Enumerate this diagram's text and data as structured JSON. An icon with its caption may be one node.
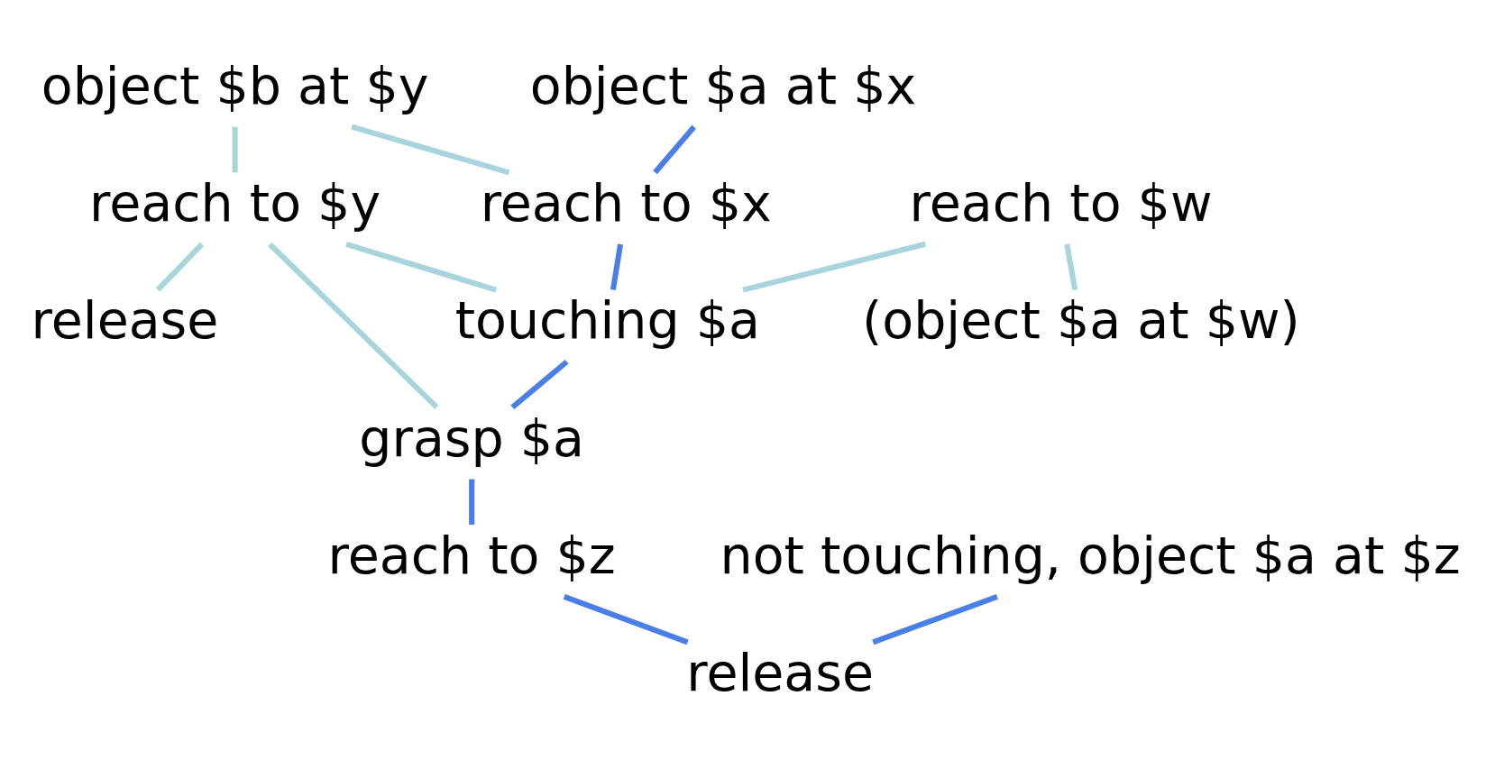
{
  "diagram": {
    "nodes": [
      {
        "text": [
          "object $a at $x"
        ]
      },
      {
        "text": [
          "object $b at $y"
        ]
      },
      {
        "text": [
          "reach to $x"
        ]
      },
      {
        "text": [
          "reach to $y"
        ]
      },
      {
        "text": [
          "reach to $w"
        ]
      },
      {
        "text": [
          "touching $a"
        ]
      },
      {
        "text": [
          "release"
        ]
      },
      {
        "text": [
          "(object $a at $w)"
        ]
      },
      {
        "text": [
          "grasp $a"
        ]
      },
      {
        "text": [
          "reach to $z"
        ]
      },
      {
        "text": [
          "not touching, object $a at $z"
        ]
      },
      {
        "text": [
          "release"
        ]
      }
    ],
    "edges": [
      {
        "from": 0,
        "to": 2,
        "arrow": "none",
        "color": "#4a7fe8"
      },
      {
        "from": 1,
        "to": 2,
        "arrow": "none"
      },
      {
        "from": 1,
        "to": 3,
        "arrow": "none"
      },
      {
        "from": 2,
        "to": 5,
        "arrow": "none",
        "color": "#4a7fe8"
      },
      {
        "from": 4,
        "to": 5,
        "arrow": "none"
      },
      {
        "from": 3,
        "to": 5,
        "arrow": "none"
      },
      {
        "from": 3,
        "to": 6,
        "arrow": "none"
      },
      {
        "from": 4,
        "to": 7,
        "arrow": "none"
      },
      {
        "from": 5,
        "to": 8,
        "arrow": "none",
        "color": "#4a7fe8"
      },
      {
        "from": 3,
        "to": 8,
        "arrow": "none"
      },
      {
        "from": 8,
        "to": 9,
        "arrow": "none",
        "color": "#4a7fe8"
      },
      {
        "from": 10,
        "to": 11,
        "arrow": "none",
        "color": "#4a7fe8"
      },
      {
        "from": 9,
        "to": 11,
        "arrow": "none",
        "color": "#4a7fe8"
      }
    ]
  }
}
